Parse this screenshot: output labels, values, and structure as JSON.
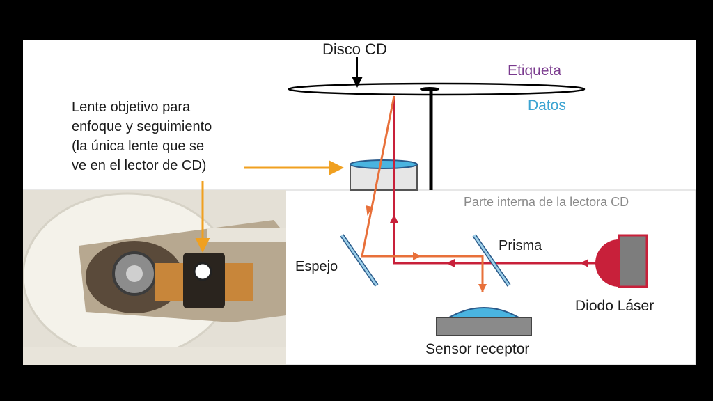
{
  "diagram": {
    "disc_label": "Disco CD",
    "label_layer": "Etiqueta",
    "data_layer": "Datos",
    "lens_description": [
      "Lente objetivo para",
      "enfoque y seguimiento",
      "(la única lente que se",
      "ve en el lector de CD)"
    ],
    "interior_label": "Parte interna de la lectora CD",
    "mirror_label": "Espejo",
    "prism_label": "Prisma",
    "laser_label": "Diodo Láser",
    "sensor_label": "Sensor receptor"
  },
  "colors": {
    "laser_red": "#c8203a",
    "reflected_orange": "#e8703a",
    "annotation_arrow": "#f0a020",
    "etiqueta": "#7a3a8e",
    "datos": "#3aa3d1"
  }
}
